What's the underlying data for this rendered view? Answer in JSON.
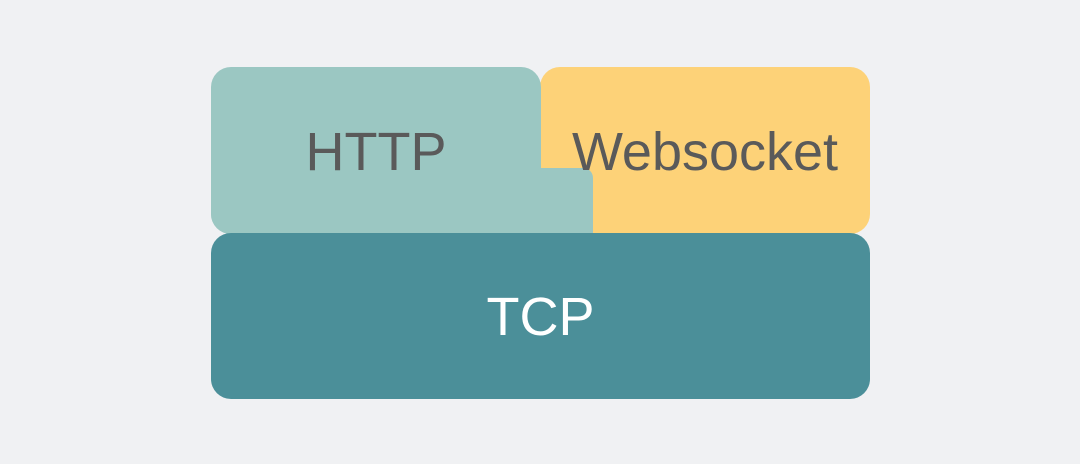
{
  "diagram": {
    "layers": [
      {
        "id": "http",
        "label": "HTTP",
        "color": "#9bc7c2",
        "text_color": "#5a5a5a"
      },
      {
        "id": "websocket",
        "label": "Websocket",
        "color": "#fdd278",
        "text_color": "#5a5a5a"
      },
      {
        "id": "tcp",
        "label": "TCP",
        "color": "#4b8f99",
        "text_color": "#ffffff"
      }
    ]
  }
}
